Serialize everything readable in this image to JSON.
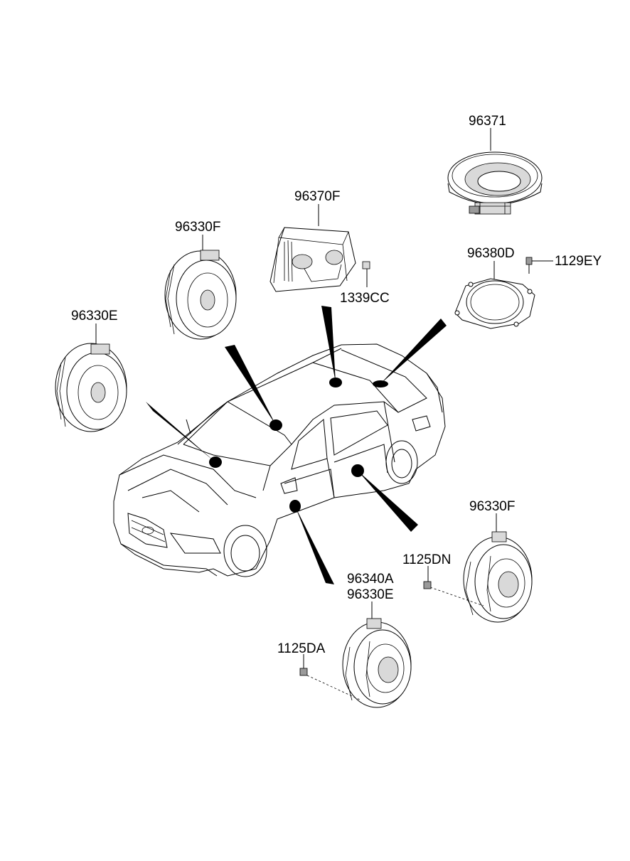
{
  "diagram": {
    "labels": {
      "p96371": "96371",
      "p96370F": "96370F",
      "p96380D": "96380D",
      "p1129EY": "1129EY",
      "p1339CC": "1339CC",
      "p96330F_top": "96330F",
      "p96330E_left": "96330E",
      "p96330F_right": "96330F",
      "p1125DN": "1125DN",
      "p96340A": "96340A",
      "p96330E_bottom": "96330E",
      "p1125DA": "1125DA"
    }
  }
}
